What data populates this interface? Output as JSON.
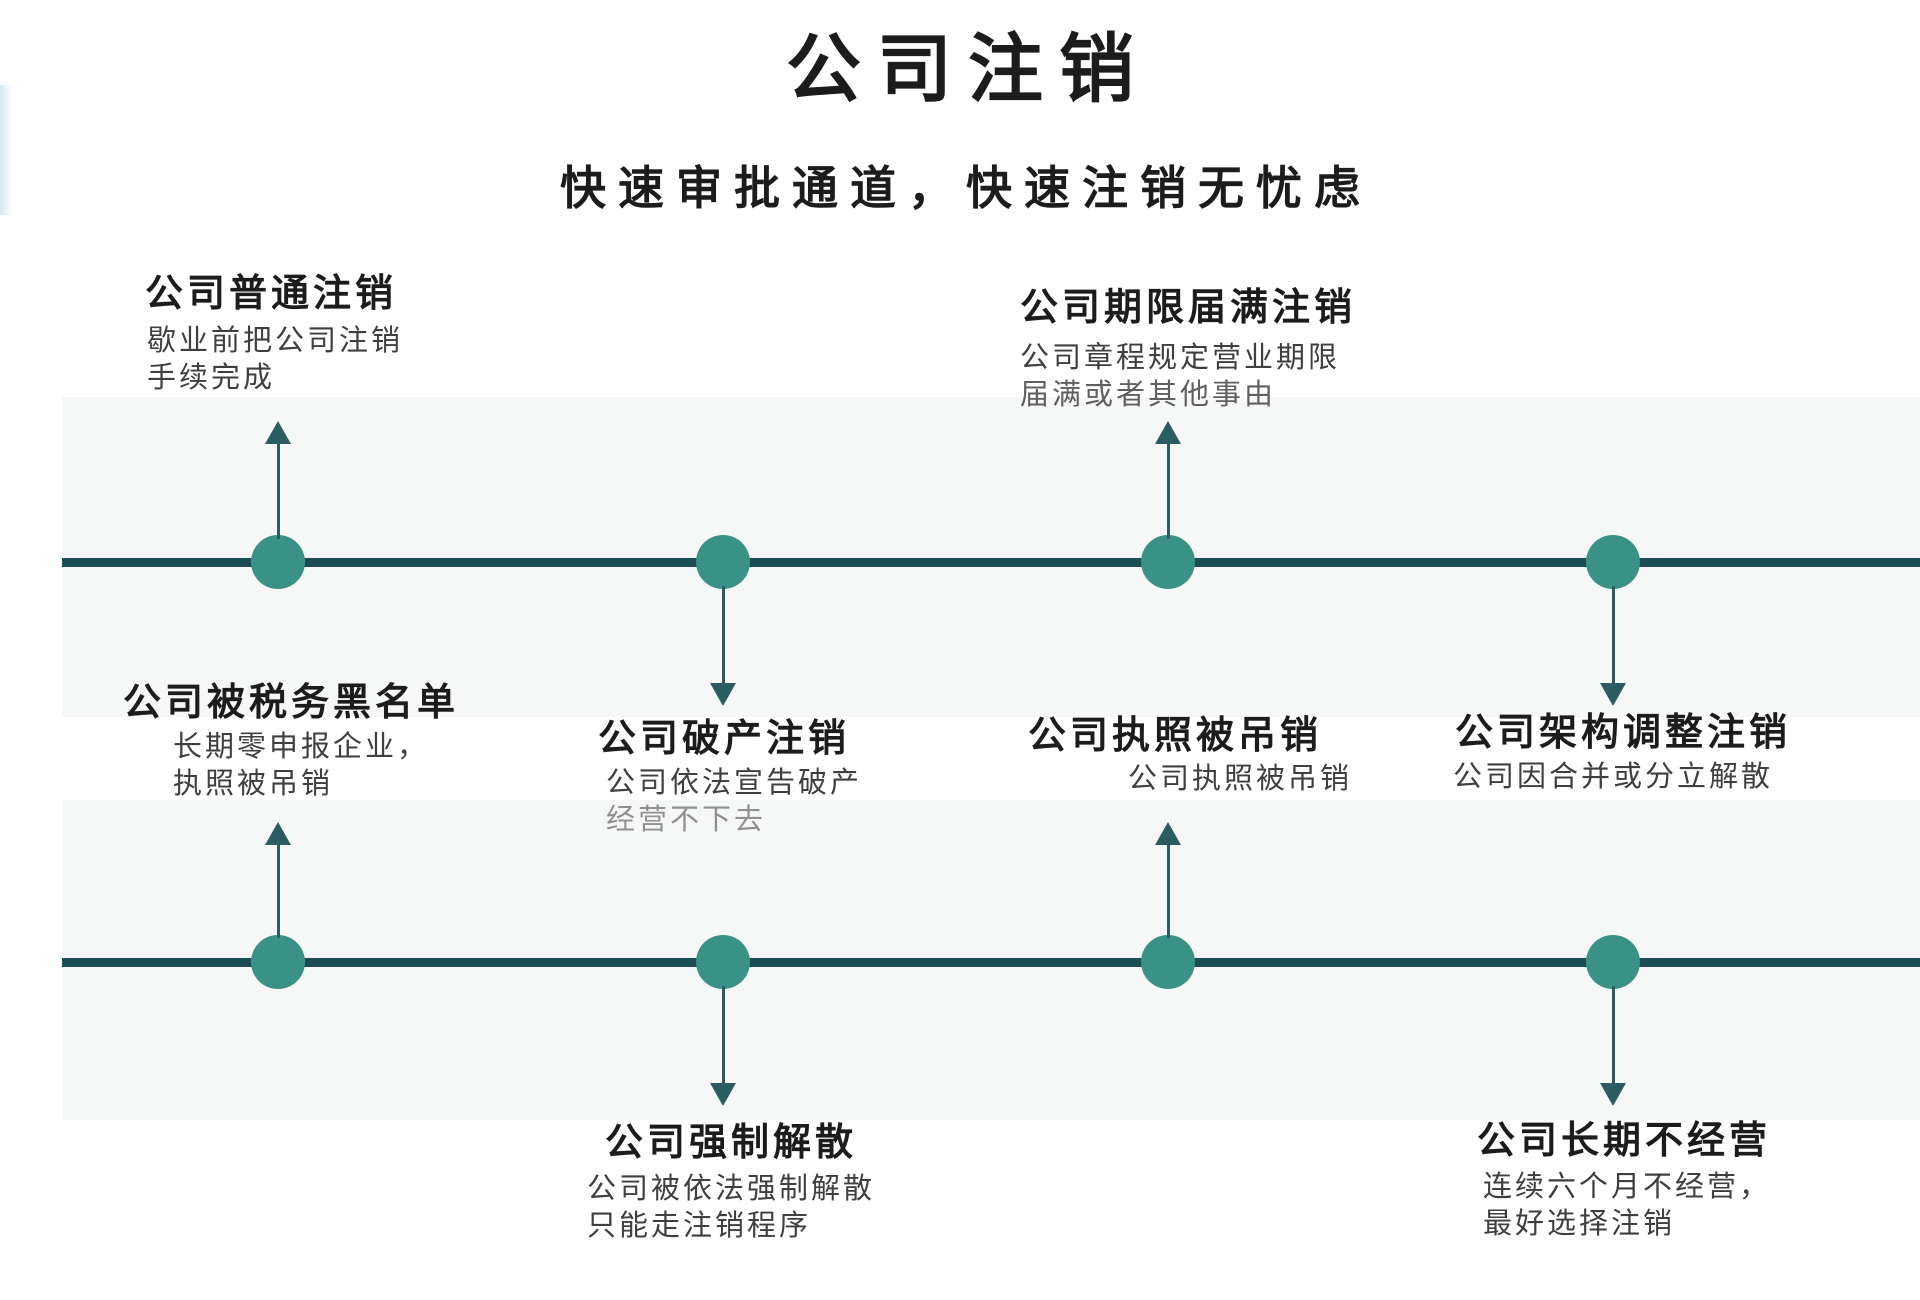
{
  "header": {
    "title": "公司注销",
    "subtitle": "快速审批通道，快速注销无忧虑"
  },
  "colors": {
    "line": "#1c4c54",
    "dot": "#3a9186",
    "arrow": "#2b5c61",
    "band": "#f6f7f7",
    "ink": "#1c1c1c",
    "desc": "#3f3f3f",
    "desc-soft": "#5f5f5f",
    "desc-muted": "#909090",
    "edge-accent": "#d7e7f1"
  },
  "items": [
    {
      "id": "normal-deregistration",
      "title": "公司普通注销",
      "desc": [
        "歇业前把公司注销",
        "手续完成"
      ]
    },
    {
      "id": "term-expiry-deregistration",
      "title": "公司期限届满注销",
      "desc": [
        "公司章程规定营业期限",
        "届满或者其他事由"
      ]
    },
    {
      "id": "tax-blacklist",
      "title": "公司被税务黑名单",
      "desc": [
        "长期零申报企业，",
        "执照被吊销"
      ]
    },
    {
      "id": "bankruptcy-deregistration",
      "title": "公司破产注销",
      "desc": [
        "公司依法宣告破产",
        "经营不下去"
      ]
    },
    {
      "id": "license-revoked",
      "title": "公司执照被吊销",
      "desc": [
        "公司执照被吊销"
      ]
    },
    {
      "id": "restructuring-deregistration",
      "title": "公司架构调整注销",
      "desc": [
        "公司因合并或分立解散"
      ]
    },
    {
      "id": "forced-dissolution",
      "title": "公司强制解散",
      "desc": [
        "公司被依法强制解散",
        "只能走注销程序"
      ]
    },
    {
      "id": "long-term-inactive",
      "title": "公司长期不经营",
      "desc": [
        "连续六个月不经营，",
        "最好选择注销"
      ]
    }
  ]
}
